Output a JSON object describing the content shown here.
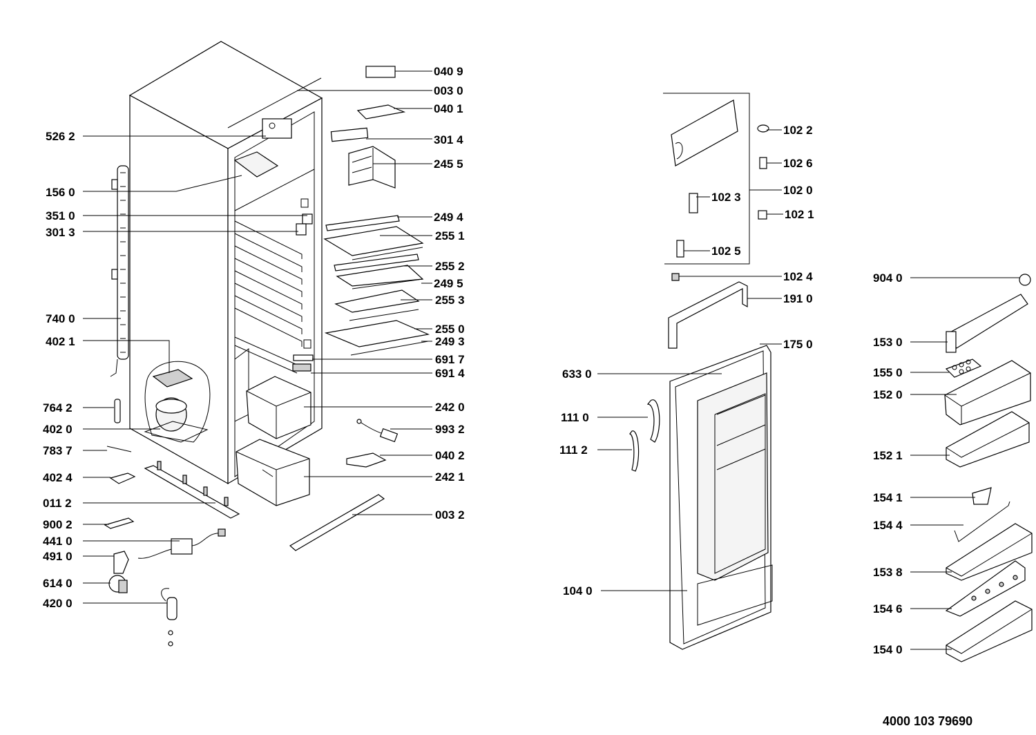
{
  "parts_left": [
    "526 2",
    "156 0",
    "351 0",
    "301 3",
    "740 0",
    "402 1",
    "764 2",
    "402 0",
    "783 7",
    "402 4",
    "011 2",
    "900 2",
    "441 0",
    "491 0",
    "614 0",
    "420 0"
  ],
  "parts_center": [
    "040 9",
    "003 0",
    "040 1",
    "301 4",
    "245 5",
    "249 4",
    "255 1",
    "255 2",
    "249 5",
    "255 3",
    "255 0",
    "249 3",
    "691 7",
    "691 4",
    "242 0",
    "993 2",
    "040 2",
    "242 1",
    "003 2"
  ],
  "parts_door": [
    "102 2",
    "102 6",
    "102 0",
    "102 3",
    "102 1",
    "102 5",
    "102 4",
    "191 0",
    "175 0",
    "633 0",
    "111 0",
    "111 2",
    "104 0"
  ],
  "parts_right": [
    "904 0",
    "153 0",
    "155 0",
    "152 0",
    "152 1",
    "154 1",
    "154 4",
    "153 8",
    "154 6",
    "154 0"
  ],
  "document_number": "4000 103 79690"
}
